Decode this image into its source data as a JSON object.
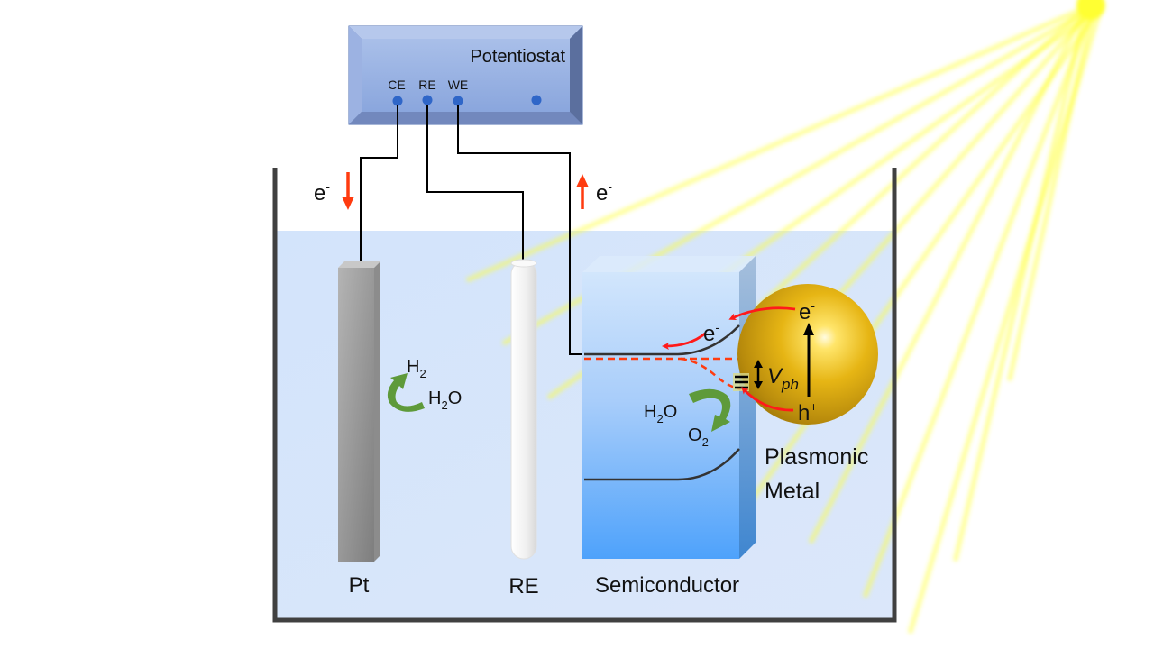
{
  "title": "Plasmonic photoelectrochemical cell schematic",
  "potentiostat": {
    "label": "Potentiostat",
    "terminals": [
      "CE",
      "RE",
      "WE"
    ]
  },
  "electrodes": {
    "counter": "Pt",
    "reference": "RE",
    "working": "Semiconductor"
  },
  "metal": {
    "label_line1": "Plasmonic",
    "label_line2": "Metal",
    "electron": "e",
    "hole": "h",
    "electron_sup": "-",
    "hole_sup": "+"
  },
  "currents": {
    "left_label": "e",
    "right_label": "e",
    "sup": "-",
    "left_direction": "down",
    "right_direction": "up"
  },
  "reactions": {
    "cathode_product": "H",
    "cathode_product_sub": "2",
    "cathode_reactant": "H",
    "cathode_reactant_sub": "2",
    "cathode_reactant_tail": "O",
    "anode_reactant": "H",
    "anode_reactant_sub": "2",
    "anode_reactant_tail": "O",
    "anode_product": "O",
    "anode_product_sub": "2"
  },
  "band": {
    "electron": "e",
    "electron_sup": "-",
    "photovoltage": "V",
    "photovoltage_sub": "ph"
  },
  "colors": {
    "electrolyte": "#d3e4fb",
    "semiconductor_top": "#cfe4fb",
    "semiconductor_bottom": "#4fa3fb",
    "metal": "#e3b412",
    "arrow_red": "#ff2a14",
    "arrow_green": "#5e9a3a",
    "light": "#ffff33",
    "beaker": "#404040"
  }
}
